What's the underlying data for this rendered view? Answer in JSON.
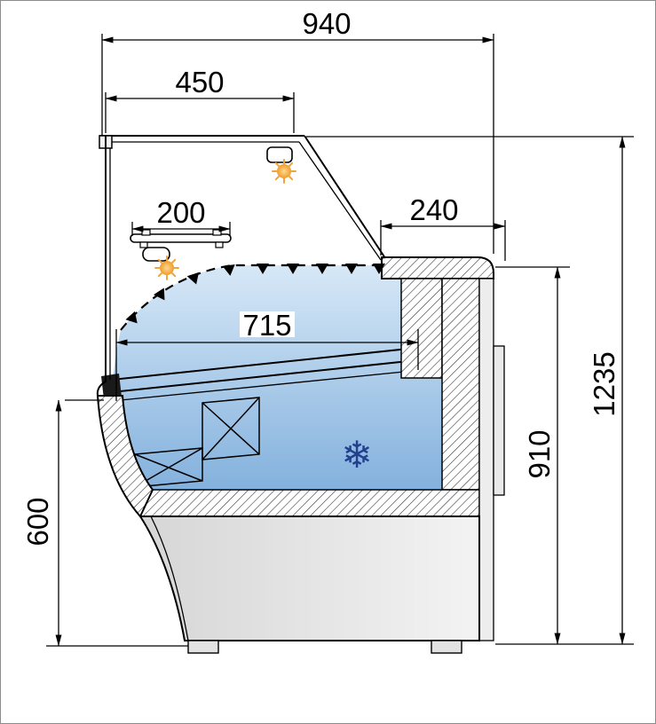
{
  "diagram": {
    "type": "technical-dimension-drawing",
    "subject": "Refrigerated serve-over display counter - side cross-section",
    "units": "mm",
    "dimensions": {
      "overall_width": "940",
      "canopy_width": "450",
      "shelf_width": "200",
      "rear_top_depth": "240",
      "deck_width": "715",
      "overall_height": "1235",
      "rear_body_height": "910",
      "front_height": "600"
    },
    "symbols": {
      "snowflake": "❄"
    },
    "colors": {
      "line": "#000000",
      "interior_top": "#d7e8f7",
      "interior_bottom": "#83b1dd",
      "lamp_glow": "#f0a43a",
      "snowflake_blue": "#23408f",
      "panel_gray": "#ececec",
      "background": "#ffffff"
    }
  }
}
